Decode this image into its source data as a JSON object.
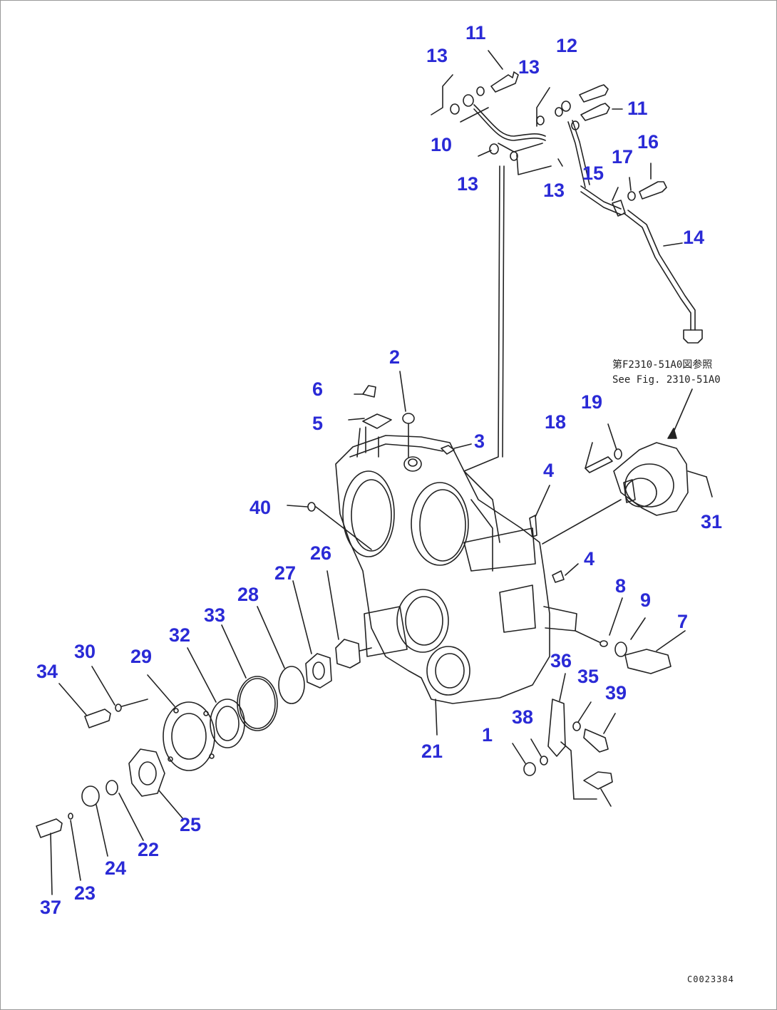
{
  "diagram": {
    "callouts": [
      "11",
      "13",
      "12",
      "13",
      "11",
      "10",
      "13",
      "13",
      "17",
      "16",
      "15",
      "14",
      "2",
      "6",
      "5",
      "3",
      "19",
      "18",
      "4",
      "40",
      "26",
      "27",
      "28",
      "33",
      "32",
      "29",
      "4",
      "8",
      "9",
      "7",
      "31",
      "30",
      "34",
      "36",
      "35",
      "39",
      "38",
      "1",
      "21",
      "25",
      "22",
      "24",
      "23",
      "37"
    ],
    "reference_note": {
      "line1": "第F2310-51A0図参照",
      "line2": "See Fig. 2310-51A0"
    },
    "drawing_code": "C0023384"
  }
}
